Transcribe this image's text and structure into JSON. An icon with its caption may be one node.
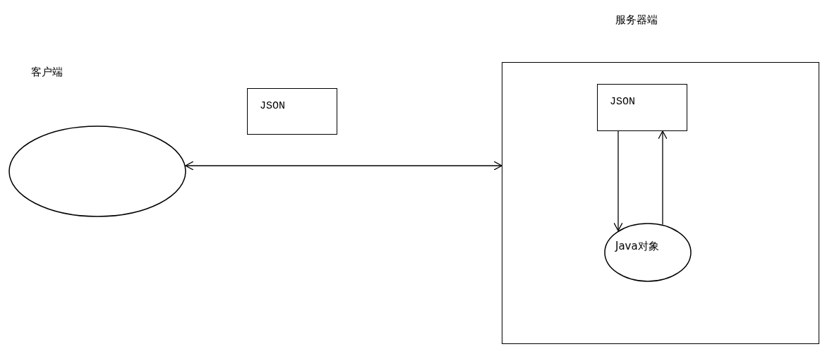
{
  "diagram": {
    "nodes": [
      {
        "text": [
          "客户端"
        ]
      },
      {
        "text": [
          "JSON"
        ]
      },
      {
        "text": [
          "服务器端"
        ]
      },
      {
        "text": [
          "JSON"
        ],
        "in": 2
      },
      {
        "text": [
          "Java对象"
        ],
        "in": 2
      }
    ],
    "edges": [
      {
        "from": 0,
        "to": 2,
        "arrow": "both"
      },
      {
        "from": 3,
        "to": 4,
        "arrow": "to"
      },
      {
        "from": 4,
        "to": 3,
        "arrow": "to"
      }
    ]
  }
}
